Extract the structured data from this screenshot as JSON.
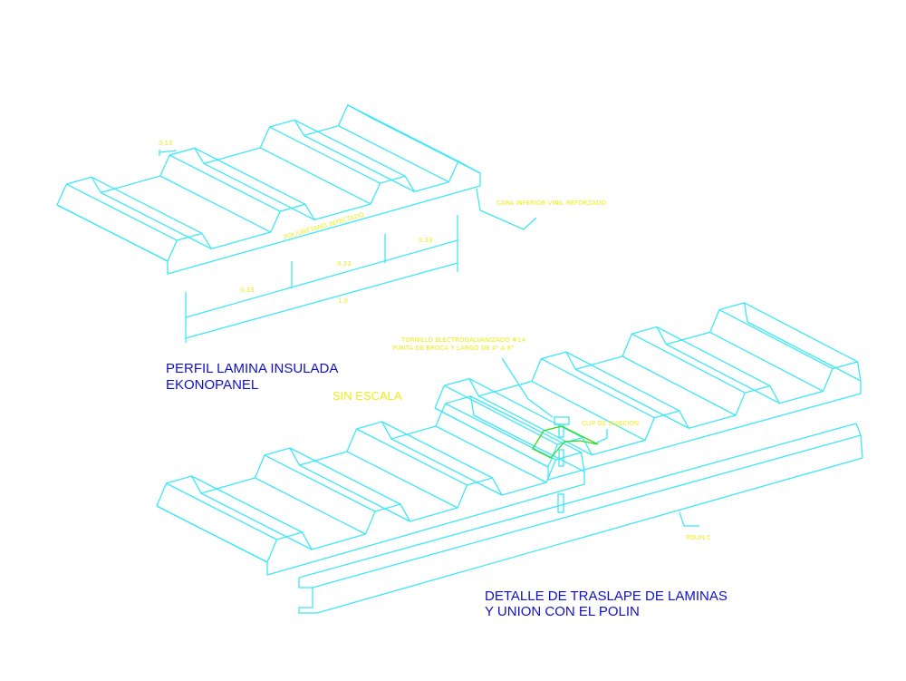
{
  "colors": {
    "lines": "#3ee8f5",
    "annotation": "#eded1a",
    "title": "#1010c8",
    "clip": "#33dd22",
    "background": "#ffffff"
  },
  "top_detail": {
    "title_line1": "PERFIL LAMINA INSULADA",
    "title_line2": "EKONOPANEL",
    "rib_dimension": "0.13",
    "core_label": "POLIURETANO INYECTADO",
    "underside_label": "CARA INFERIOR VINIL REFORZADO",
    "dim_1": "0.33",
    "dim_2": "0.33",
    "dim_3": "0.33",
    "dim_total": "1.0"
  },
  "scale_note": "SIN ESCALA",
  "bottom_detail": {
    "title_line1": "DETALLE DE TRASLAPE DE LAMINAS",
    "title_line2": "Y UNION CON EL POLIN",
    "screw_line1": "TORNILLO ELECTROGALVANIZADO #14",
    "screw_line2": "PUNTA DE BROCA Y LARGO DE 4\" A 8\"",
    "clip_label": "CLIP DE SUJECION",
    "purlin_label": "POLIN C"
  }
}
